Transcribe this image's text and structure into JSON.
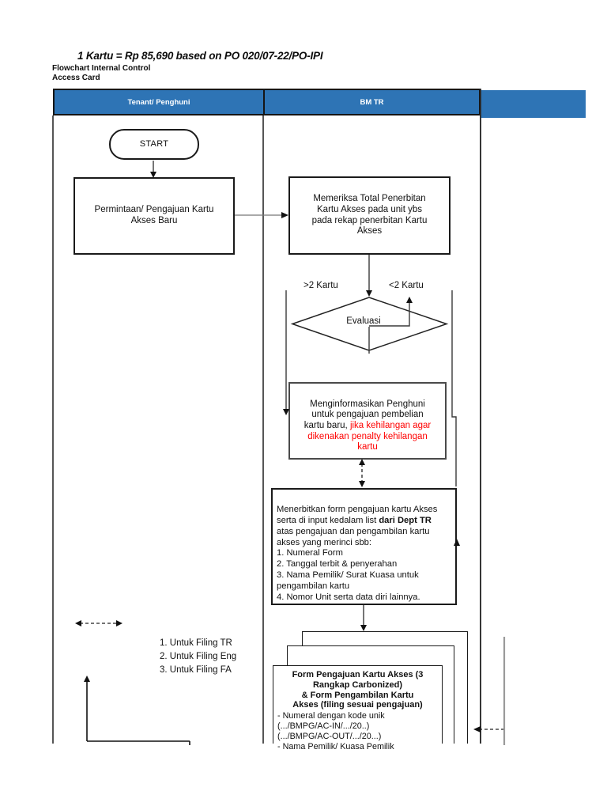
{
  "header": {
    "title": "1 Kartu = Rp 85,690 based on PO 020/07-22/PO-IPI",
    "subtitle_line1": "Flowchart Internal Control",
    "subtitle_line2": "Access Card"
  },
  "lanes": {
    "tenant": "Tenant/ Penghuni",
    "bmtr": "BM TR"
  },
  "flow": {
    "start_label": "START",
    "permintaan": "Permintaan/ Pengajuan Kartu\nAkses Baru",
    "memeriksa": "Memeriksa Total Penerbitan\nKartu Akses pada unit ybs\npada rekap penerbitan Kartu\nAkses",
    "branch_left": ">2 Kartu",
    "branch_right": "<2 Kartu",
    "decision": "Evaluasi",
    "menginformasikan_black": "Menginformasikan Penghuni\nuntuk pengajuan pembelian\nkartu baru, ",
    "menginformasikan_red": "jika kehilangan agar\ndikenakan penalty kehilangan\nkartu",
    "menerbitkan_part1": "Menerbitkan form pengajuan kartu Akses\nserta di input kedalam list ",
    "menerbitkan_bold": "dari Dept TR",
    "menerbitkan_part2": "\natas pengajuan dan pengambilan kartu\nakses yang merinci sbb:\n1. Numeral Form\n2. Tanggal terbit & penyerahan\n3. Nama Pemilik/ Surat Kuasa untuk\npengambilan kartu\n4. Nomor Unit serta data diri lainnya.",
    "filing_list": "1. Untuk Filing TR\n2. Untuk Filing Eng\n3. Untuk Filing FA",
    "form_title": "Form Pengajuan Kartu Akses (3\nRangkap Carbonized)\n& Form Pengambilan Kartu\nAkses (filing sesuai pengajuan)",
    "form_details": "- Numeral dengan kode unik\n(.../BMPG/AC-IN/.../20..)\n(.../BMPG/AC-OUT/.../20...)\n- Nama Pemilik/ Kuasa Pemilik"
  },
  "colors": {
    "header_blue": "#2E74B5",
    "alert_red": "#FF0000",
    "line_black": "#1A1A1A"
  }
}
